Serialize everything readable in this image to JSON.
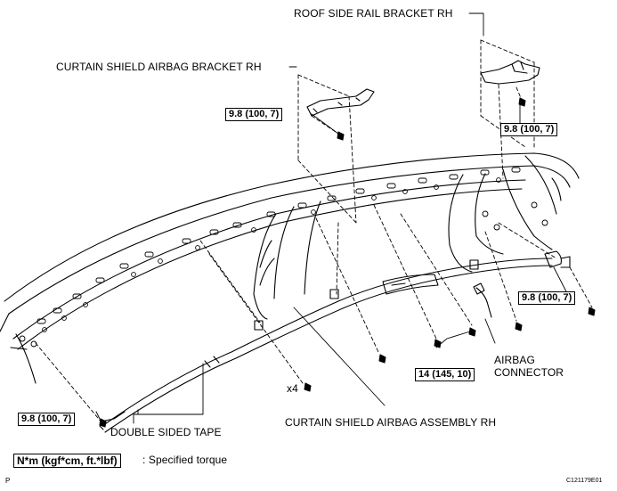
{
  "labels": {
    "roof_side_rail_bracket": "ROOF SIDE RAIL BRACKET RH",
    "curtain_shield_bracket": "CURTAIN SHIELD AIRBAG BRACKET RH",
    "airbag_connector_line1": "AIRBAG",
    "airbag_connector_line2": "CONNECTOR",
    "curtain_shield_assembly": "CURTAIN SHIELD AIRBAG ASSEMBLY RH",
    "double_sided_tape": "DOUBLE SIDED TAPE",
    "quantity_x4": "x4"
  },
  "torque": {
    "bracket_bolt": "9.8 (100, 7)",
    "rail_bolt": "9.8 (100, 7)",
    "rear_bolt": "9.8 (100, 7)",
    "front_bolt": "9.8 (100, 7)",
    "assembly_bolts": "14 (145, 10)"
  },
  "legend": {
    "unit_box": "N*m (kgf*cm, ft.*lbf)",
    "description": ": Specified torque"
  },
  "footer": {
    "left_mark": "P",
    "figure_code": "C121179E01"
  }
}
